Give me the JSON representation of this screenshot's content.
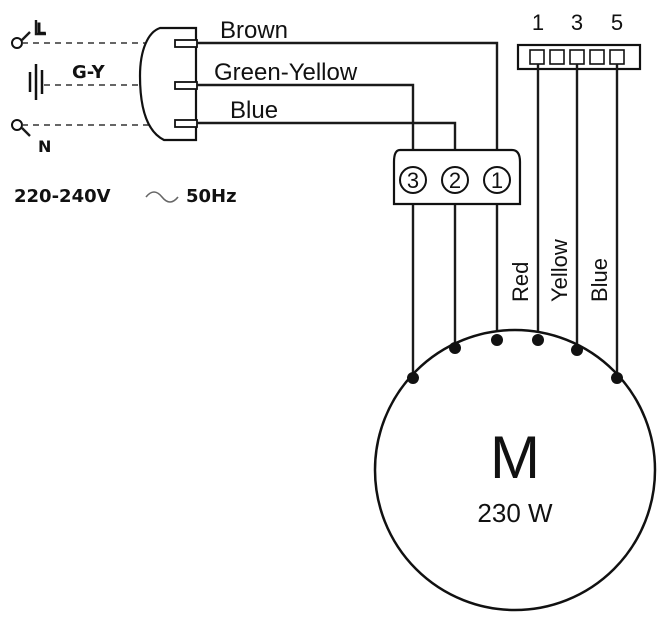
{
  "terminals": {
    "live": "L",
    "neutral": "N",
    "earth": "G-Y"
  },
  "supply": {
    "voltage": "220-240V",
    "frequency": "50Hz"
  },
  "wires_in": [
    {
      "label": "Brown"
    },
    {
      "label": "Green-Yellow"
    },
    {
      "label": "Blue"
    }
  ],
  "capacitor_pins": [
    "3",
    "2",
    "1"
  ],
  "switch_positions": [
    "1",
    "3",
    "5"
  ],
  "wires_out": [
    {
      "label": "Red"
    },
    {
      "label": "Yellow"
    },
    {
      "label": "Blue"
    }
  ],
  "motor": {
    "symbol": "M",
    "power": "230 W"
  }
}
